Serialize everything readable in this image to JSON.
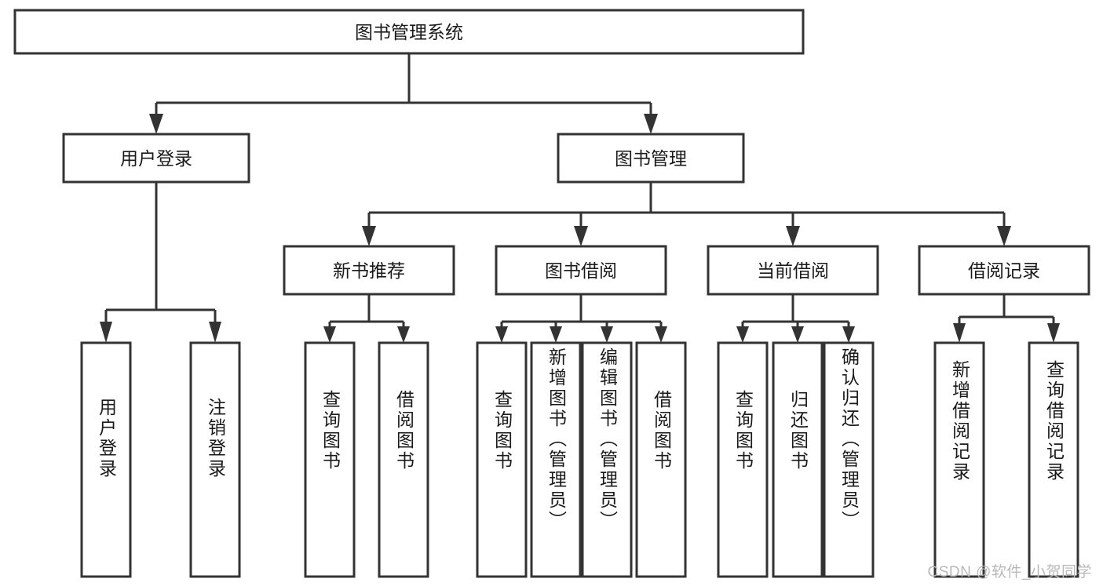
{
  "diagram": {
    "title": "图书管理系统",
    "type": "tree-hierarchy-chart",
    "root": {
      "label": "图书管理系统"
    },
    "level2": [
      {
        "label": "用户登录"
      },
      {
        "label": "图书管理"
      }
    ],
    "level3": [
      {
        "label": "新书推荐"
      },
      {
        "label": "图书借阅"
      },
      {
        "label": "当前借阅"
      },
      {
        "label": "借阅记录"
      }
    ],
    "leaves": {
      "user_login": [
        {
          "label": "用户登录"
        },
        {
          "label": "注销登录"
        }
      ],
      "new_book_recommend": [
        {
          "label": "查询图书"
        },
        {
          "label": "借阅图书"
        }
      ],
      "book_borrow": [
        {
          "label": "查询图书"
        },
        {
          "label": "新增图书（管理员）"
        },
        {
          "label": "编辑图书（管理员）"
        },
        {
          "label": "借阅图书"
        }
      ],
      "current_borrow": [
        {
          "label": "查询图书"
        },
        {
          "label": "归还图书"
        },
        {
          "label": "确认归还（管理员）"
        }
      ],
      "borrow_record": [
        {
          "label": "新增借阅记录"
        },
        {
          "label": "查询借阅记录"
        }
      ]
    }
  },
  "watermark": {
    "text": "CSDN @软件_小贺同学"
  },
  "colors": {
    "stroke": "#333333",
    "box_fill": "#ffffff",
    "text": "#1a1a1a",
    "watermark": "#b9b9b9",
    "background": "#ffffff"
  }
}
